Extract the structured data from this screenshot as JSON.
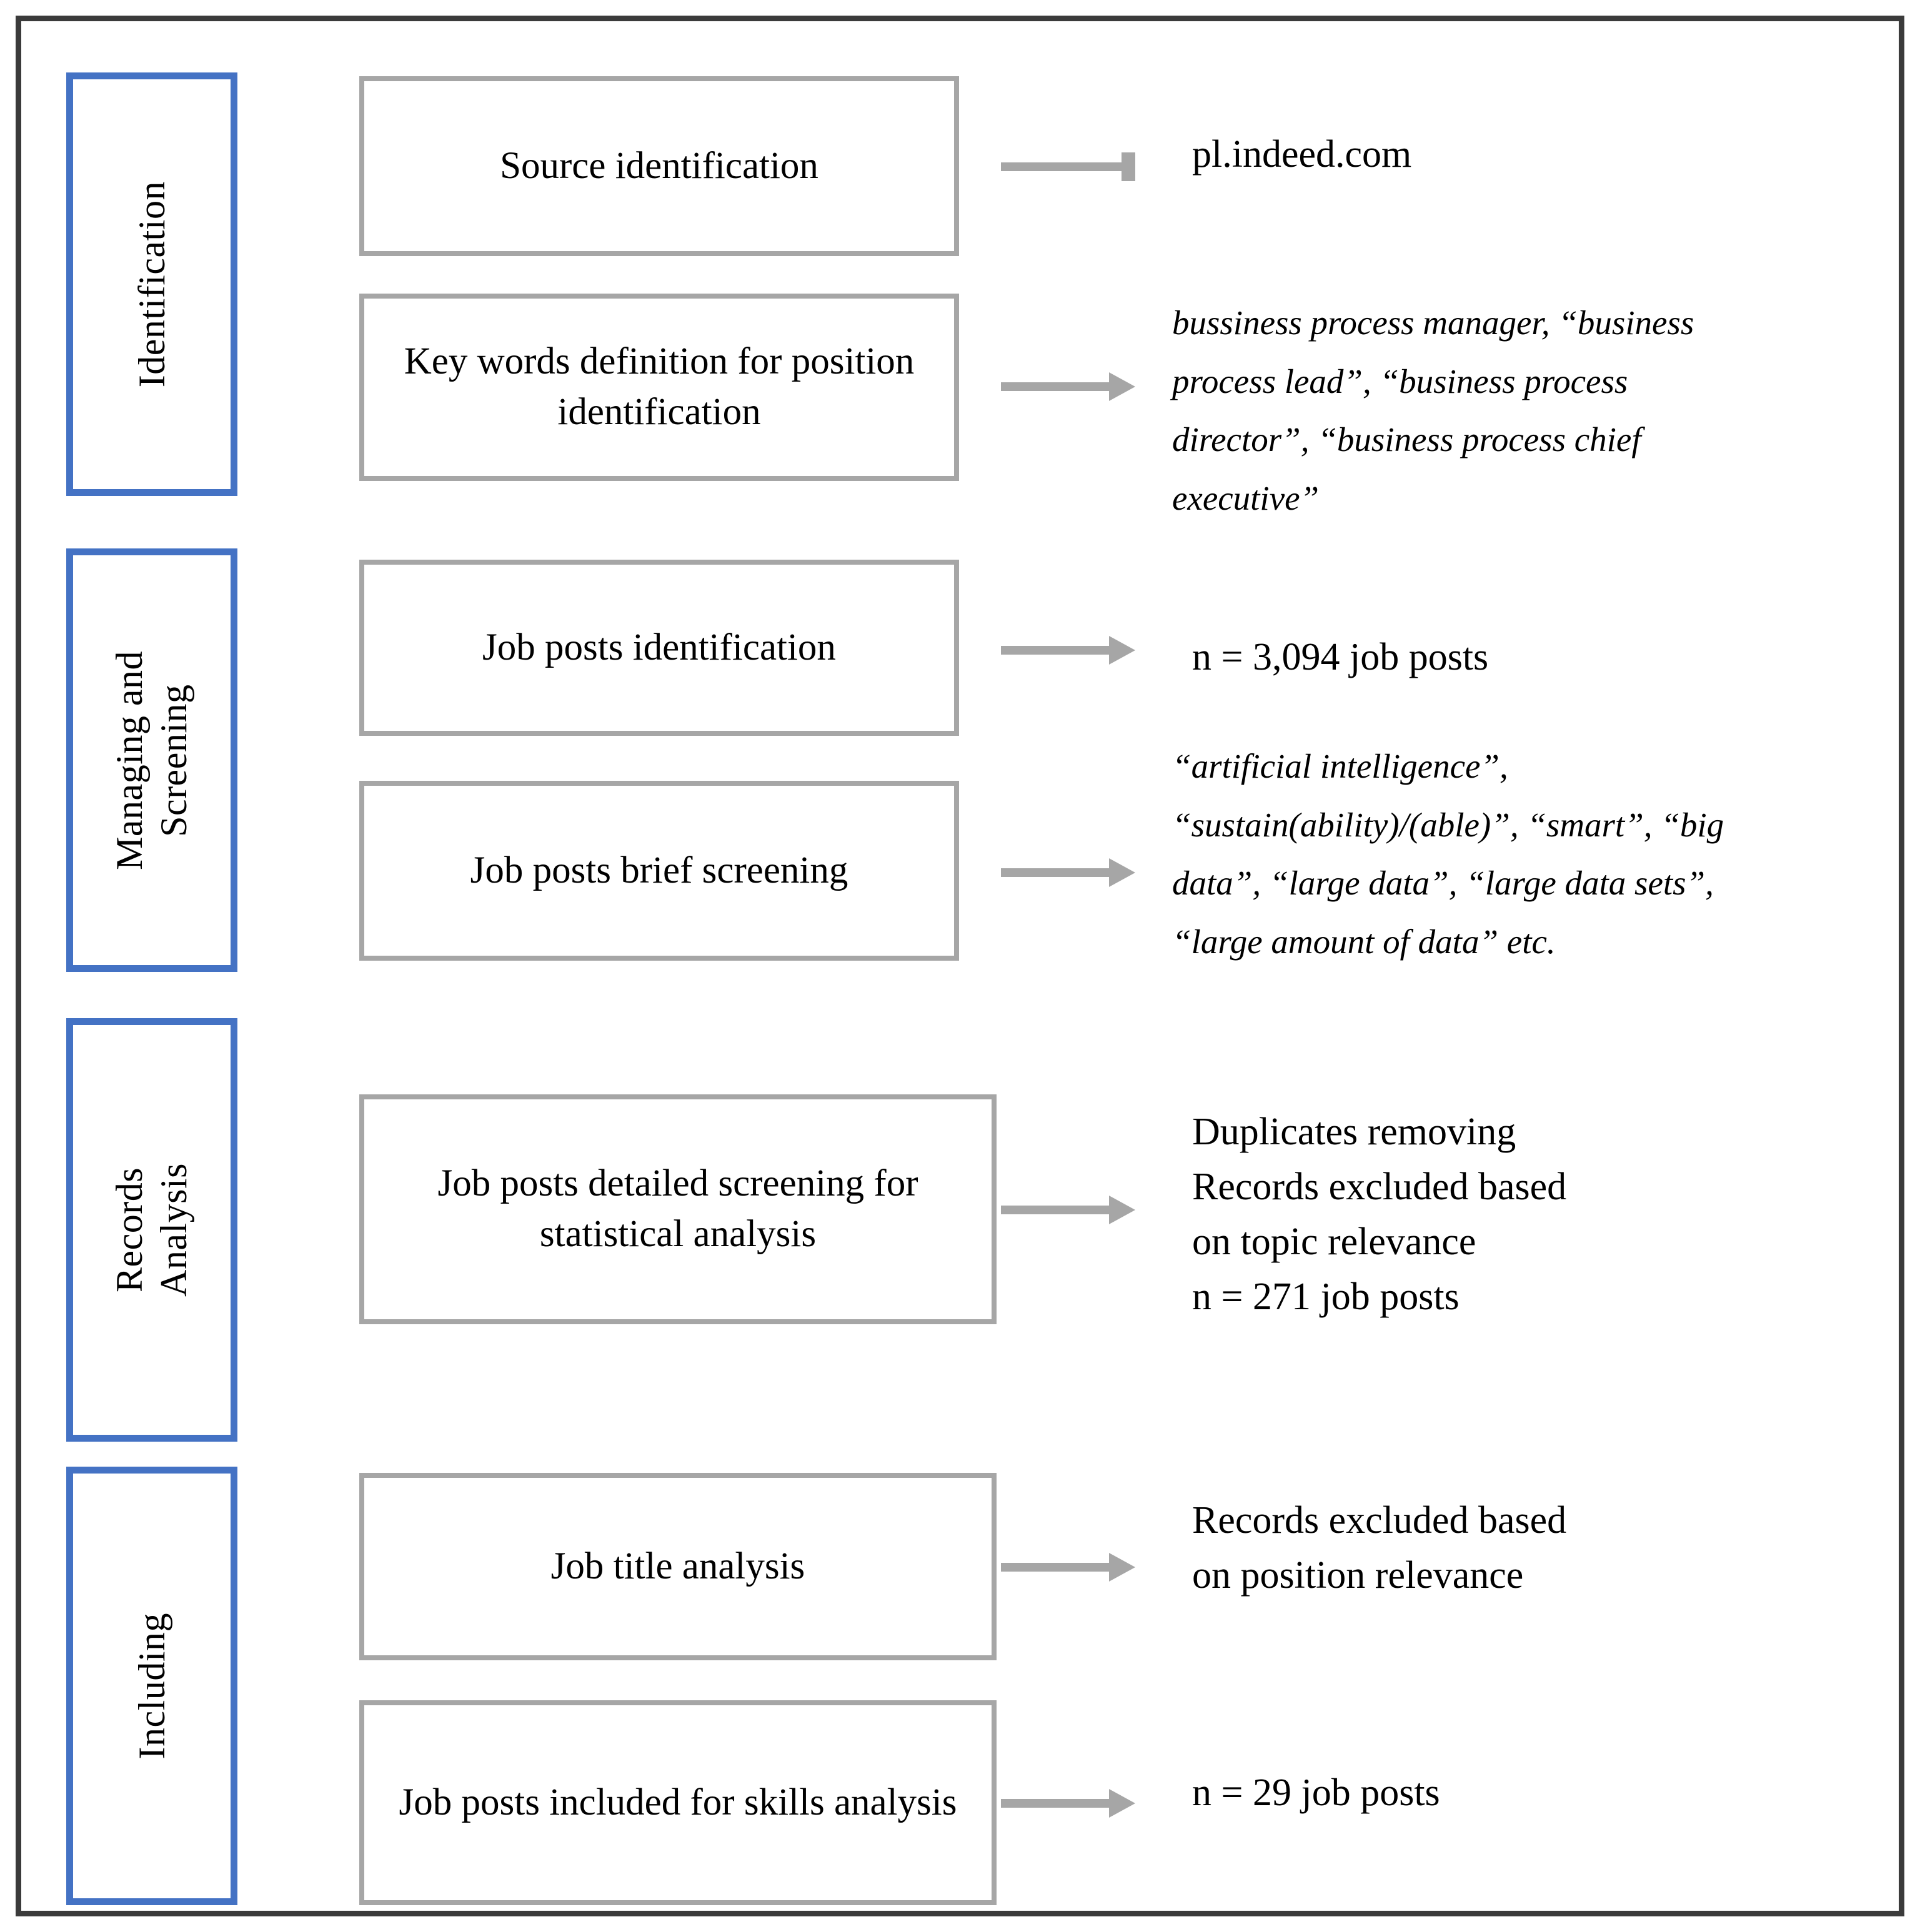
{
  "figure": {
    "type": "prisma-style-flow-diagram",
    "accent_blue": "#4472C4",
    "box_gray": "#A6A6A6",
    "frame_dark": "#3b3b3b"
  },
  "stages": [
    {
      "id": "identification",
      "label": "Identification"
    },
    {
      "id": "managing-and-screening",
      "label": "Managing and\nScreening"
    },
    {
      "id": "records-analysis",
      "label": "Records\nAnalysis"
    },
    {
      "id": "including",
      "label": "Including"
    }
  ],
  "steps": [
    {
      "id": "source-identification",
      "box": "Source identification",
      "arrow": "arrow-right-blunt"
    },
    {
      "id": "key-words-definition",
      "box": "Key words definition for position identification",
      "arrow": "arrow-right"
    },
    {
      "id": "job-posts-identification",
      "box": "Job posts identification",
      "arrow": "arrow-right"
    },
    {
      "id": "job-posts-brief-screening",
      "box": "Job posts brief screening",
      "arrow": "arrow-right"
    },
    {
      "id": "job-posts-detailed-screening",
      "box": "Job posts detailed screening for statistical analysis",
      "arrow": "arrow-right"
    },
    {
      "id": "job-title-analysis",
      "box": "Job title analysis",
      "arrow": "arrow-right"
    },
    {
      "id": "job-posts-included",
      "box": "Job posts included for skills analysis",
      "arrow": "arrow-right"
    }
  ],
  "notes": {
    "source": "pl.indeed.com",
    "keywords": {
      "l1": "bussiness process manager, “business",
      "l2": "process lead”, “business process",
      "l3": "director”, “business process chief",
      "l4": "executive”"
    },
    "identified_count": "n = 3,094 job posts",
    "screening_terms": {
      "l1": "“artificial intelligence”,",
      "l2": "“sustain(ability)/(able)”, “smart”, “big",
      "l3": "data”, “large data”, “large data sets”,",
      "l4": "“large amount of data” etc."
    },
    "records_analysis": {
      "l1": "Duplicates removing",
      "l2": "Records excluded based",
      "l3": "on topic relevance",
      "l4": "n = 271 job posts"
    },
    "position_exclusion": {
      "l1": "Records excluded based",
      "l2": "on position relevance"
    },
    "included_count": "n = 29 job posts"
  }
}
